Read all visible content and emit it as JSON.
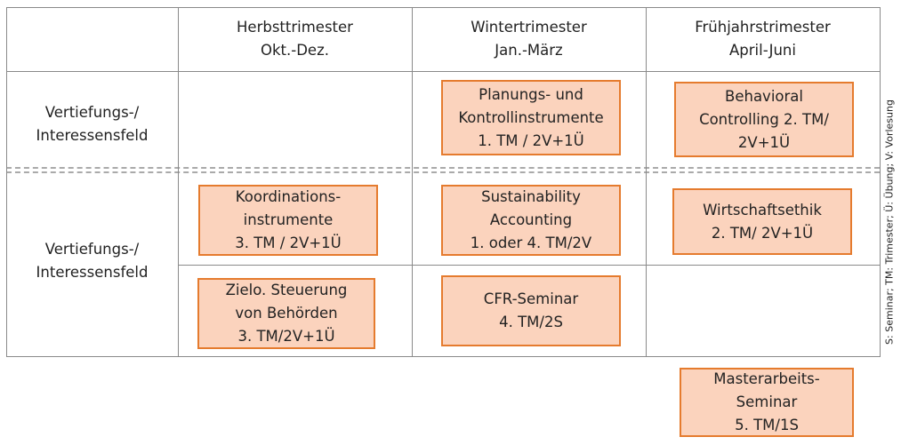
{
  "columns": [
    {
      "line1": "Herbsttrimester",
      "line2": "Okt.-Dez."
    },
    {
      "line1": "Wintertrimester",
      "line2": "Jan.-März"
    },
    {
      "line1": "Frühjahrstrimester",
      "line2": "April-Juni"
    }
  ],
  "rows": [
    {
      "line1": "Vertiefungs-/",
      "line2": "Interessensfeld"
    },
    {
      "line1": "Vertiefungs-/",
      "line2": "Interessensfeld"
    }
  ],
  "modules": {
    "planungs": [
      "Planungs- und",
      "Kontrollinstrumente",
      "1. TM / 2V+1Ü"
    ],
    "behavioral": [
      "Behavioral",
      "Controlling 2. TM/",
      "2V+1Ü"
    ],
    "koordinations": [
      "Koordinations-",
      "instrumente",
      "3. TM / 2V+1Ü"
    ],
    "sustainability": [
      "Sustainability",
      "Accounting",
      "1. oder 4. TM/2V"
    ],
    "wirtschaftsethik": [
      "Wirtschaftsethik",
      "2. TM/ 2V+1Ü"
    ],
    "zielo": [
      "Zielo. Steuerung",
      "von Behörden",
      "3. TM/2V+1Ü"
    ],
    "cfr": [
      "CFR-Seminar",
      "4. TM/2S"
    ],
    "masterarbeit": [
      "Masterarbeits-",
      "Seminar",
      "5. TM/1S"
    ]
  },
  "legend": "S: Seminar; TM: Trimester; Ü: Übung; V: Vorlesung",
  "colors": {
    "box_fill": "#fbd3bd",
    "box_border": "#e57b2e",
    "grid": "#8a8a8a"
  }
}
